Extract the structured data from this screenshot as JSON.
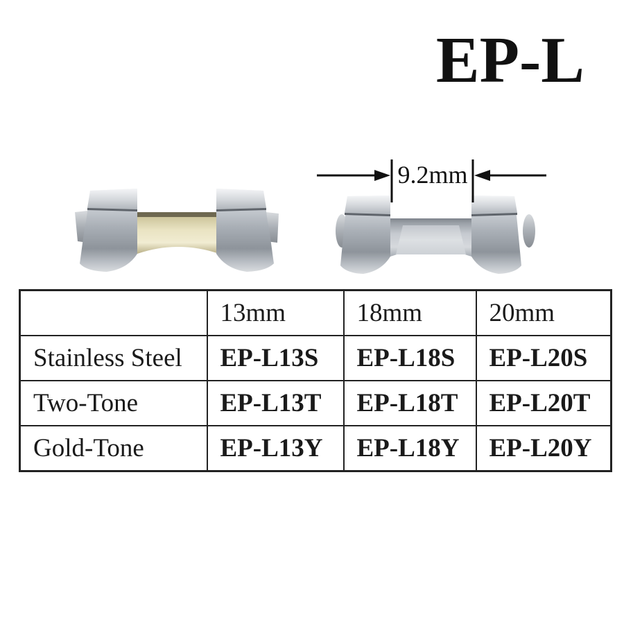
{
  "title": "EP-L",
  "dimension": {
    "label": "9.2mm"
  },
  "figures": {
    "left": "two-tone-end-link-photo",
    "right": "stainless-steel-end-link-photo"
  },
  "table": {
    "col_headers": [
      "",
      "13mm",
      "18mm",
      "20mm"
    ],
    "rows": [
      {
        "label": "Stainless Steel",
        "codes": [
          "EP-L13S",
          "EP-L18S",
          "EP-L20S"
        ]
      },
      {
        "label": "Two-Tone",
        "codes": [
          "EP-L13T",
          "EP-L18T",
          "EP-L20T"
        ]
      },
      {
        "label": "Gold-Tone",
        "codes": [
          "EP-L13Y",
          "EP-L18Y",
          "EP-L20Y"
        ]
      }
    ]
  },
  "colors": {
    "background": "#ffffff",
    "text": "#1a1a1a",
    "table_border": "#222222",
    "annotation": "#111111",
    "silver": "#aab0b7",
    "silver_light": "#e9ebee",
    "gold": "#e9e3c2",
    "gold_dark": "#6e6850"
  }
}
